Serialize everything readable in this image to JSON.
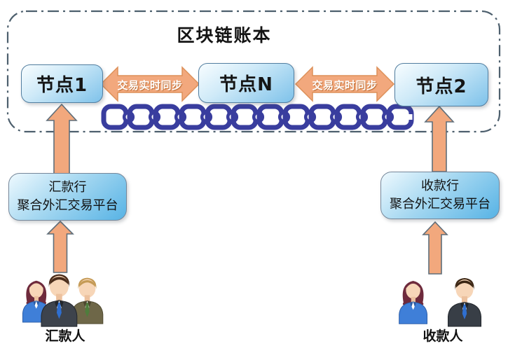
{
  "ledger": {
    "title": "区块链账本",
    "nodes": [
      {
        "label": "节点1"
      },
      {
        "label": "节点N"
      },
      {
        "label": "节点2"
      }
    ],
    "sync_arrows": [
      {
        "label": "交易实时同步"
      },
      {
        "label": "交易实时同步"
      }
    ],
    "chain": {
      "link_count": 12
    }
  },
  "left_branch": {
    "platform": {
      "line1": "汇款行",
      "line2": "聚合外汇交易平台"
    },
    "actor_label": "汇款人",
    "people_count": 3
  },
  "right_branch": {
    "platform": {
      "line1": "收款行",
      "line2": "聚合外汇交易平台"
    },
    "actor_label": "收款人",
    "people_count": 2
  },
  "colors": {
    "node_fill": "#7ec2ea",
    "platform_fill": "#57b3e5",
    "arrow_orange": "#f2a87d",
    "chain_blue": "#393d9e",
    "dashed_border": "#4d5f6d",
    "arrow_text": "#ffffff",
    "text": "#111111"
  }
}
